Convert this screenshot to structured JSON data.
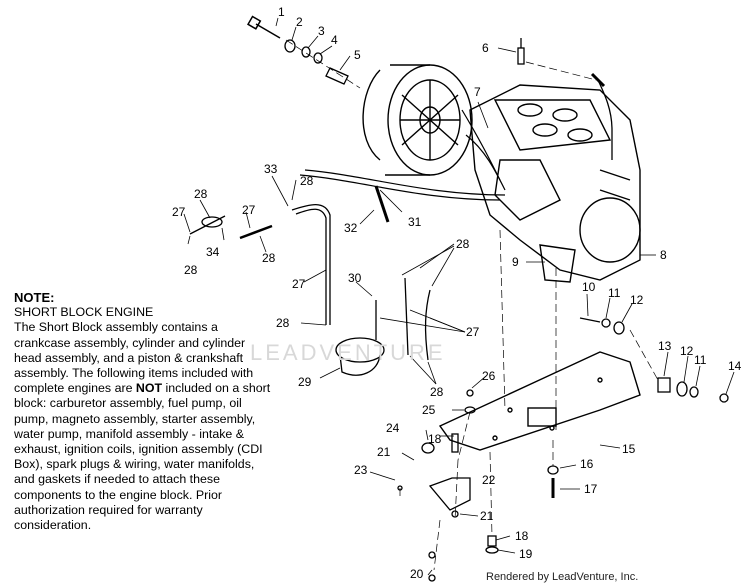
{
  "callouts": [
    "1",
    "2",
    "3",
    "4",
    "5",
    "6",
    "7",
    "8",
    "9",
    "10",
    "11",
    "12",
    "13",
    "12",
    "11",
    "14",
    "15",
    "16",
    "17",
    "18",
    "19",
    "20",
    "21",
    "22",
    "23",
    "24",
    "25",
    "26",
    "27",
    "27",
    "28",
    "28",
    "28",
    "28",
    "28",
    "28",
    "28",
    "29",
    "30",
    "31",
    "32",
    "33",
    "34",
    "27",
    "27"
  ],
  "note": {
    "heading": "NOTE:",
    "subheading": "SHORT BLOCK ENGINE",
    "text_before_bold": "The Short Block assembly contains a crankcase assembly, cylinder and cylinder head assembly, and a piston & crankshaft assembly.  The following items included with complete engines are ",
    "bold_word": "NOT",
    "text_after_bold": " included on a short block: carburetor assembly, fuel pump, oil pump, magneto assembly, starter assembly, water pump, manifold assembly - intake & exhaust, ignition coils, ignition assembly (CDI Box), spark plugs & wiring, water manifolds, and gaskets if needed to attach these components to the engine block.  Prior authorization required for warranty consideration."
  },
  "watermark": "LEADVENTURE",
  "credit": "Rendered by LeadVenture, Inc."
}
